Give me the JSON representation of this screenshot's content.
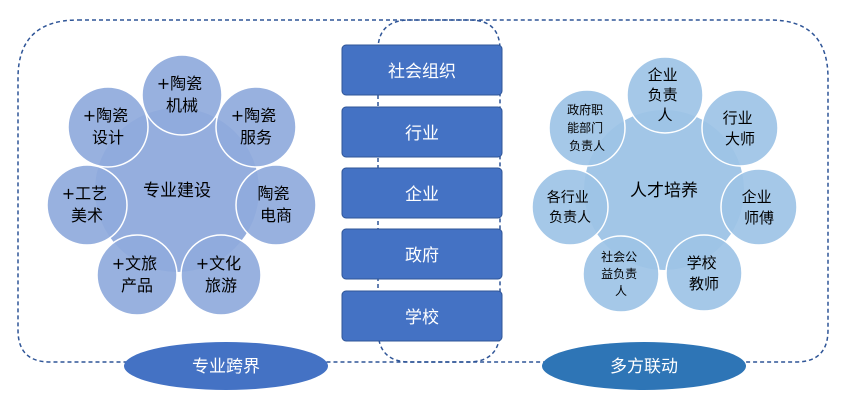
{
  "left_group": {
    "center": "专业建设",
    "petals": [
      [
        "+陶瓷",
        "机械"
      ],
      [
        "+陶瓷",
        "服务"
      ],
      [
        "陶瓷",
        "电商"
      ],
      [
        "+文化",
        "旅游"
      ],
      [
        "+文旅",
        "产品"
      ],
      [
        "+工艺",
        "美术"
      ],
      [
        "+陶瓷",
        "设计"
      ]
    ],
    "badge": "专业跨界"
  },
  "middle_stack": {
    "items": [
      "社会组织",
      "行业",
      "企业",
      "政府",
      "学校"
    ]
  },
  "right_group": {
    "center": "人才培养",
    "petals": [
      [
        "企业",
        "负责",
        "人"
      ],
      [
        "行业",
        "大师"
      ],
      [
        "企业",
        "师傅"
      ],
      [
        "学校",
        "教师"
      ],
      [
        "社会公",
        "益负责",
        "人"
      ],
      [
        "各行业",
        "负责人"
      ],
      [
        "政府职",
        "能部门",
        "负责人"
      ]
    ],
    "badge": "多方联动"
  },
  "colors": {
    "dashed_frame": "#2f5597",
    "petal_fill": "#8faadc",
    "center_fill": "#8faadc",
    "left_badge": "#4472c4",
    "right_badge": "#2e75b6",
    "stack_fill": "#4472c4",
    "right_petal_fill": "#9dc3e6",
    "right_center_fill": "#9dc3e6",
    "text_dark": "#000000",
    "text_light": "#ffffff"
  }
}
